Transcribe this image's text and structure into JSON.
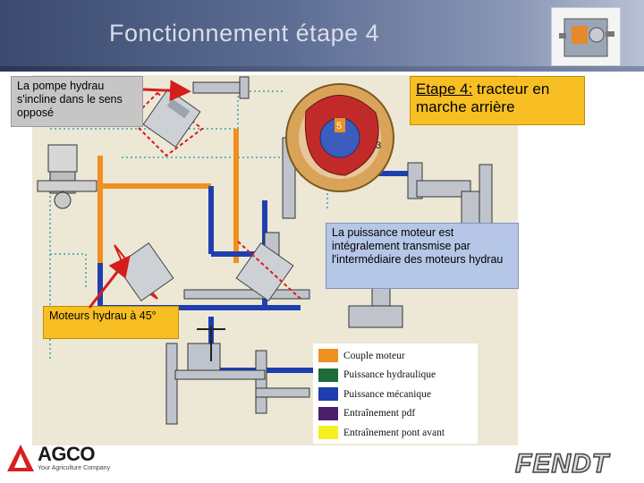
{
  "slide": {
    "title": "Fonctionnement étape 4"
  },
  "callouts": {
    "pompe": "La pompe hydrau s'incline dans le sens opposé",
    "etape_prefix": "Etape 4:",
    "etape_rest": " tracteur en marche arrière",
    "puissance": "La puissance moteur est intégralement transmise par l'intermédiaire des moteurs hydrau",
    "moteurs": "Moteurs hydrau à 45°"
  },
  "diagram": {
    "markers": [
      "5",
      "3"
    ],
    "colors": {
      "couple_moteur": "#f09020",
      "puissance_hydraulique": "#1e6b3c",
      "puissance_mecanique": "#1f3fb0",
      "entrainement_pdf": "#4a1f6b",
      "entrainement_pont_avant": "#f5f020",
      "pump_red": "#d41d1d"
    }
  },
  "legend": [
    {
      "label": "Couple moteur",
      "color": "#f09020"
    },
    {
      "label": "Puissance hydraulique",
      "color": "#1e6b3c"
    },
    {
      "label": "Puissance mécanique",
      "color": "#1f3fb0"
    },
    {
      "label": "Entraînement pdf",
      "color": "#4a1f6b"
    },
    {
      "label": "Entraînement pont avant",
      "color": "#f5f020"
    }
  ],
  "footer": {
    "agco_name": "AGCO",
    "agco_tagline": "Your Agriculture Company",
    "fendt": "FENDT"
  }
}
